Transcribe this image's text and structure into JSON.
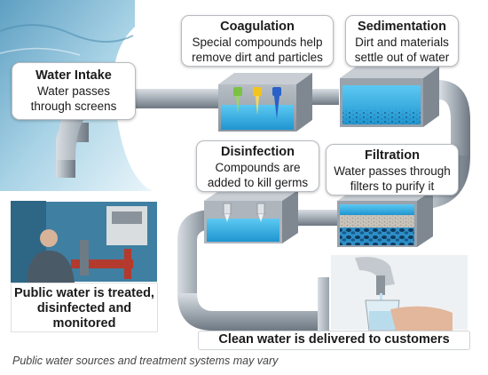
{
  "steps": {
    "intake": {
      "title": "Water Intake",
      "line1": "Water passes",
      "line2": "through screens"
    },
    "coagulation": {
      "title": "Coagulation",
      "line1": "Special compounds help",
      "line2": "remove dirt and particles"
    },
    "sedimentation": {
      "title": "Sedimentation",
      "line1": "Dirt and materials",
      "line2": "settle out of water"
    },
    "disinfection": {
      "title": "Disinfection",
      "line1": "Compounds are",
      "line2": "added to kill germs"
    },
    "filtration": {
      "title": "Filtration",
      "line1": "Water passes through",
      "line2": "filters to purify it"
    }
  },
  "photo_caption": {
    "line1": "Public water is treated,",
    "line2": "disinfected and",
    "line3": "monitored"
  },
  "delivery_caption": "Clean water is delivered to customers",
  "footnote": "Public water sources and treatment systems may vary",
  "colors": {
    "pipe": "#9aa4ad",
    "tank_water": "#38b6e8",
    "sky": "#7fb8d4",
    "dye_green": "#7bc143",
    "dye_yellow": "#f2c41d",
    "dye_blue": "#2a61c8"
  }
}
